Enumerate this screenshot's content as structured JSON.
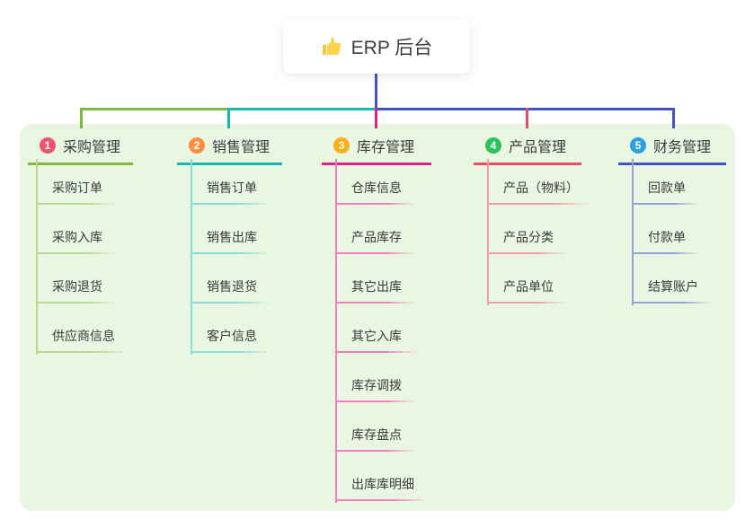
{
  "root": {
    "icon": "thumbs-up-icon",
    "label": "ERP 后台"
  },
  "branches": [
    {
      "index": "1",
      "label": "采购管理",
      "colors": {
        "badge": "#f4516c",
        "line": "#7cb93e",
        "child_line": "#b6da90"
      },
      "children": [
        "采购订单",
        "采购入库",
        "采购退货",
        "供应商信息"
      ]
    },
    {
      "index": "2",
      "label": "销售管理",
      "colors": {
        "badge": "#fd8f44",
        "line": "#17b8b0",
        "child_line": "#8edcd6"
      },
      "children": [
        "销售订单",
        "销售出库",
        "销售退货",
        "客户信息"
      ]
    },
    {
      "index": "3",
      "label": "库存管理",
      "colors": {
        "badge": "#fbae17",
        "line": "#e0218a",
        "child_line": "#f07fba"
      },
      "children": [
        "仓库信息",
        "产品库存",
        "其它出库",
        "其它入库",
        "库存调拨",
        "库存盘点",
        "出库库明细"
      ]
    },
    {
      "index": "4",
      "label": "产品管理",
      "colors": {
        "badge": "#2fc25b",
        "line": "#e94b63",
        "child_line": "#f5a0a8"
      },
      "children": [
        "产品（物料）",
        "产品分类",
        "产品单位"
      ]
    },
    {
      "index": "5",
      "label": "财务管理",
      "colors": {
        "badge": "#2e9fe0",
        "line": "#4254c5",
        "child_line": "#93a3dd"
      },
      "children": [
        "回款单",
        "付款单",
        "结算账户"
      ]
    }
  ],
  "colors": {
    "panel_background": "#e8f6e2",
    "root_connector": "#4254c5",
    "text": "#3d3d3f"
  }
}
